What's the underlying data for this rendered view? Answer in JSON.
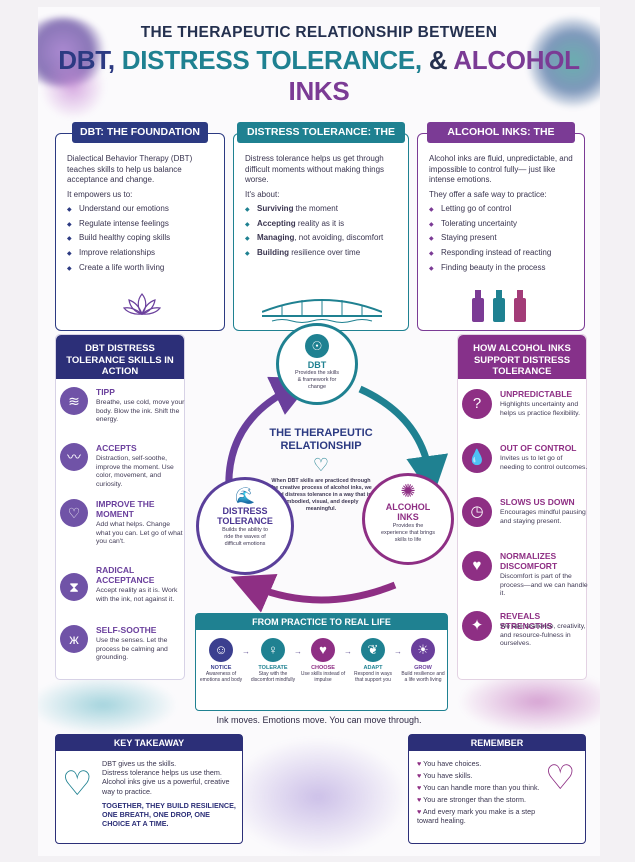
{
  "header": {
    "line1": "THE THERAPEUTIC RELATIONSHIP BETWEEN",
    "part_dbt": "DBT,",
    "part_dt": "DISTRESS TOLERANCE,",
    "part_amp": "&",
    "part_ai": "ALCOHOL INKS"
  },
  "cards": {
    "dbt": {
      "title": "DBT: THE FOUNDATION",
      "intro": "Dialectical Behavior Therapy (DBT) teaches skills to help us balance acceptance and change.",
      "lead": "It empowers us to:",
      "items": [
        "Understand our emotions",
        "Regulate intense feelings",
        "Build healthy coping skills",
        "Improve relationships",
        "Create a life worth living"
      ]
    },
    "dt": {
      "title": "DISTRESS TOLERANCE: THE BRIDGE",
      "intro": "Distress tolerance helps us get through difficult moments without making things worse.",
      "lead": "It's about:",
      "items": [
        {
          "bold": "Surviving",
          "rest": " the moment"
        },
        {
          "bold": "Accepting",
          "rest": " reality as it is"
        },
        {
          "bold": "Managing",
          "rest": ", not avoiding, discomfort"
        },
        {
          "bold": "Building",
          "rest": " resilience over time"
        }
      ]
    },
    "ai": {
      "title": "ALCOHOL INKS: THE MEDIUM",
      "intro": "Alcohol inks are fluid, unpredictable, and impossible to control fully— just like intense emotions.",
      "lead": "They offer a safe way to practice:",
      "items": [
        "Letting go of control",
        "Tolerating uncertainty",
        "Staying present",
        "Responding instead of reacting",
        "Finding beauty in the process"
      ]
    }
  },
  "left_panel": {
    "title": "DBT DISTRESS TOLERANCE SKILLS IN ACTION",
    "skills": [
      {
        "name": "TIPP",
        "desc": "Breathe, use cold, move your body. Blow the ink. Shift the energy.",
        "icon": "breath-icon"
      },
      {
        "name": "ACCEPTS",
        "desc": "Distraction, self-soothe, improve the moment. Use color, movement, and curiosity.",
        "icon": "wave-icon"
      },
      {
        "name": "IMPROVE THE MOMENT",
        "desc": "Add what helps. Change what you can. Let go of what you can't.",
        "icon": "hands-heart-icon"
      },
      {
        "name": "RADICAL ACCEPTANCE",
        "desc": "Accept reality as it is. Work with the ink, not against it.",
        "icon": "hourglass-icon"
      },
      {
        "name": "SELF-SOOTHE",
        "desc": "Use the senses. Let the process be calming and grounding.",
        "icon": "butterfly-icon"
      }
    ]
  },
  "right_panel": {
    "title": "HOW ALCOHOL INKS SUPPORT DISTRESS TOLERANCE",
    "items": [
      {
        "name": "UNPREDICTABLE",
        "desc": "Highlights uncertainty and helps us practice flexibility.",
        "icon": "question-icon"
      },
      {
        "name": "OUT OF CONTROL",
        "desc": "Invites us to let go of needing to control outcomes.",
        "icon": "drop-icon"
      },
      {
        "name": "SLOWS US DOWN",
        "desc": "Encourages mindful pausing and staying present.",
        "icon": "clock-icon"
      },
      {
        "name": "NORMALIZES DISCOMFORT",
        "desc": "Discomfort is part of the process—and we can handle it.",
        "icon": "heart-icon"
      },
      {
        "name": "REVEALS STRENGTHS",
        "desc": "We see resilience, creativity, and resource-fulness in ourselves.",
        "icon": "sparkle-icon"
      }
    ]
  },
  "cycle": {
    "dbt_title": "DBT",
    "dbt_desc": "Provides the skills & framework for change",
    "center_title": "THE THERAPEUTIC RELATIONSHIP",
    "center_desc": "When DBT skills are practiced through the creative process of alcohol inks, we build distress tolerance in a way that is embodied, visual, and deeply meaningful.",
    "dt_title": "DISTRESS TOLERANCE",
    "dt_desc": "Builds the ability to ride the waves of difficult emotions",
    "ai_title": "ALCOHOL INKS",
    "ai_desc": "Provides the experience that brings skills to life"
  },
  "practice": {
    "title": "FROM PRACTICE TO REAL LIFE",
    "steps": [
      {
        "name": "NOTICE",
        "desc": "Awareness of emotions and body",
        "color": "#3b3f8f"
      },
      {
        "name": "TOLERATE",
        "desc": "Stay with the discomfort mindfully",
        "color": "#1f8191"
      },
      {
        "name": "CHOOSE",
        "desc": "Use skills instead of impulse",
        "color": "#8e2f84"
      },
      {
        "name": "ADAPT",
        "desc": "Respond in ways that support you",
        "color": "#1f8191"
      },
      {
        "name": "GROW",
        "desc": "Build resilience and a life worth living",
        "color": "#6a3f9c"
      }
    ]
  },
  "tagline": "Ink moves. Emotions move. You can move through.",
  "takeaway": {
    "title": "KEY TAKEAWAY",
    "lines": [
      "DBT gives us the skills.",
      "Distress tolerance helps us use them.",
      "Alcohol inks give us a powerful, creative way to practice."
    ],
    "bold": "TOGETHER, THEY BUILD RESILIENCE, ONE BREATH, ONE DROP, ONE CHOICE AT A TIME."
  },
  "remember": {
    "title": "REMEMBER",
    "items": [
      "You have choices.",
      "You have skills.",
      "You can handle more than you think.",
      "You are stronger than the storm.",
      "And every mark you make is a step toward healing."
    ]
  }
}
